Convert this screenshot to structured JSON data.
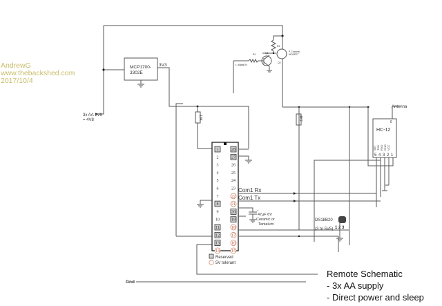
{
  "credit": {
    "author": "AndrewG",
    "website": "www.thebackshed.com",
    "date": "2017/10/4"
  },
  "regulator": {
    "label_line1": "MCP1700-",
    "label_line2": "3302E",
    "output": "3V3"
  },
  "battery": {
    "label_line1": "3x AA 1V6",
    "label_line2": "= 4V8"
  },
  "switch_circuit": {
    "resistor_top": "R2",
    "resistor_base": "R1",
    "transistor": "Q1",
    "mosfet": "Q2",
    "mosfet_label_line1": "P Channel",
    "mosfet_label_line2": "MOSFET",
    "input_label": "<- digital IN"
  },
  "resistors": {
    "pullup": "10K",
    "sensor_pullup": "4K7"
  },
  "mcu": {
    "left_pins": [
      "1",
      "2",
      "3",
      "4",
      "5",
      "6",
      "7",
      "8",
      "9",
      "10",
      "11",
      "12",
      "13",
      "14"
    ],
    "right_pins": [
      "28",
      "27",
      "26",
      "25",
      "24",
      "23",
      "22",
      "21",
      "20",
      "19",
      "18",
      "17",
      "16",
      "15"
    ],
    "left_types": [
      "reserved",
      "",
      "",
      "",
      "",
      "",
      "",
      "reserved",
      "",
      "",
      "reserved",
      "reserved",
      "reserved",
      "tolerant"
    ],
    "right_types": [
      "reserved",
      "reserved",
      "",
      "",
      "",
      "",
      "tolerant",
      "tolerant",
      "reserved",
      "reserved",
      "tolerant",
      "tolerant",
      "tolerant",
      "tolerant"
    ]
  },
  "signals": {
    "rx": "Com1 Rx",
    "tx": "Com1 Tx"
  },
  "capacitor": {
    "line1": "47µF 6V",
    "line2": "Ceramic or",
    "line3": "Tantalum"
  },
  "legend": {
    "reserved": "Reserved",
    "tolerant": "5V tolerant"
  },
  "radio": {
    "name": "HC-12",
    "antenna": "Antenna",
    "pin6": "6",
    "pins": [
      "5",
      "4",
      "3",
      "2",
      "1"
    ],
    "pin_names": [
      "SET",
      "TXD",
      "RXD",
      "GND",
      "VCC"
    ]
  },
  "sensor": {
    "name": "DS18B20",
    "range": "(3 to 5V5)",
    "pins": "1 2 3"
  },
  "ground_label": "Gnd",
  "notes": {
    "title": "Remote Schematic",
    "line1": "- 3x AA supply",
    "line2": "- Direct power and sleep"
  },
  "colors": {
    "credit": "#c8bd6a",
    "tolerant_pin": "#d08a70",
    "reserved_pin": "#d0d0d0"
  }
}
